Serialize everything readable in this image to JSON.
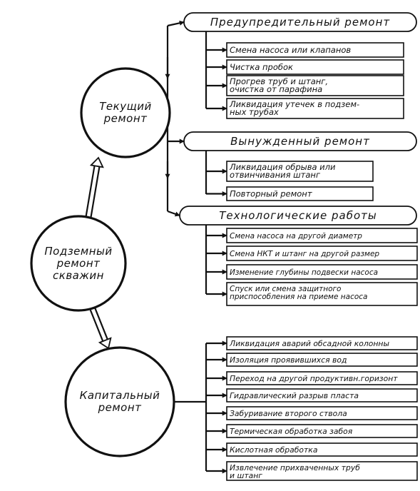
{
  "nodes": {
    "root": [
      "Подземный",
      "ремонт",
      "скважин"
    ],
    "current": [
      "Текущий",
      "ремонт"
    ],
    "capital": [
      "Капитальный",
      "ремонт"
    ]
  },
  "groups": {
    "preventive": {
      "title": "Предупредительный ремонт",
      "items": [
        [
          "Смена насоса или клапанов"
        ],
        [
          "Чистка пробок"
        ],
        [
          "Прогрев труб и штанг,",
          "очистка от парафина"
        ],
        [
          "Ликвидация утечек в подзем-",
          "ных трубах"
        ]
      ]
    },
    "forced": {
      "title": "Вынужденный ремонт",
      "items": [
        [
          "Ликвидация обрыва или",
          "отвинчивания штанг"
        ],
        [
          "Повторный ремонт"
        ]
      ]
    },
    "technological": {
      "title": "Технологические работы",
      "items": [
        [
          "Смена насоса на другой диаметр"
        ],
        [
          "Смена НКТ и штанг на другой размер"
        ],
        [
          "Изменение глубины подвески насоса"
        ],
        [
          "Спуск или смена защитного",
          "приспособления на приеме насоса"
        ]
      ]
    },
    "capital_items": {
      "items": [
        [
          "Ликвидация аварий обсадной колонны"
        ],
        [
          "Изоляция проявившихся вод"
        ],
        [
          "Переход на другой продуктивн.горизонт"
        ],
        [
          "Гидравлический разрыв пласта"
        ],
        [
          "Забуривание второго ствола"
        ],
        [
          "Термическая обработка забоя"
        ],
        [
          "Кислотная обработка"
        ],
        [
          "Извлечение прихваченных труб",
          "и штанг"
        ]
      ]
    }
  }
}
